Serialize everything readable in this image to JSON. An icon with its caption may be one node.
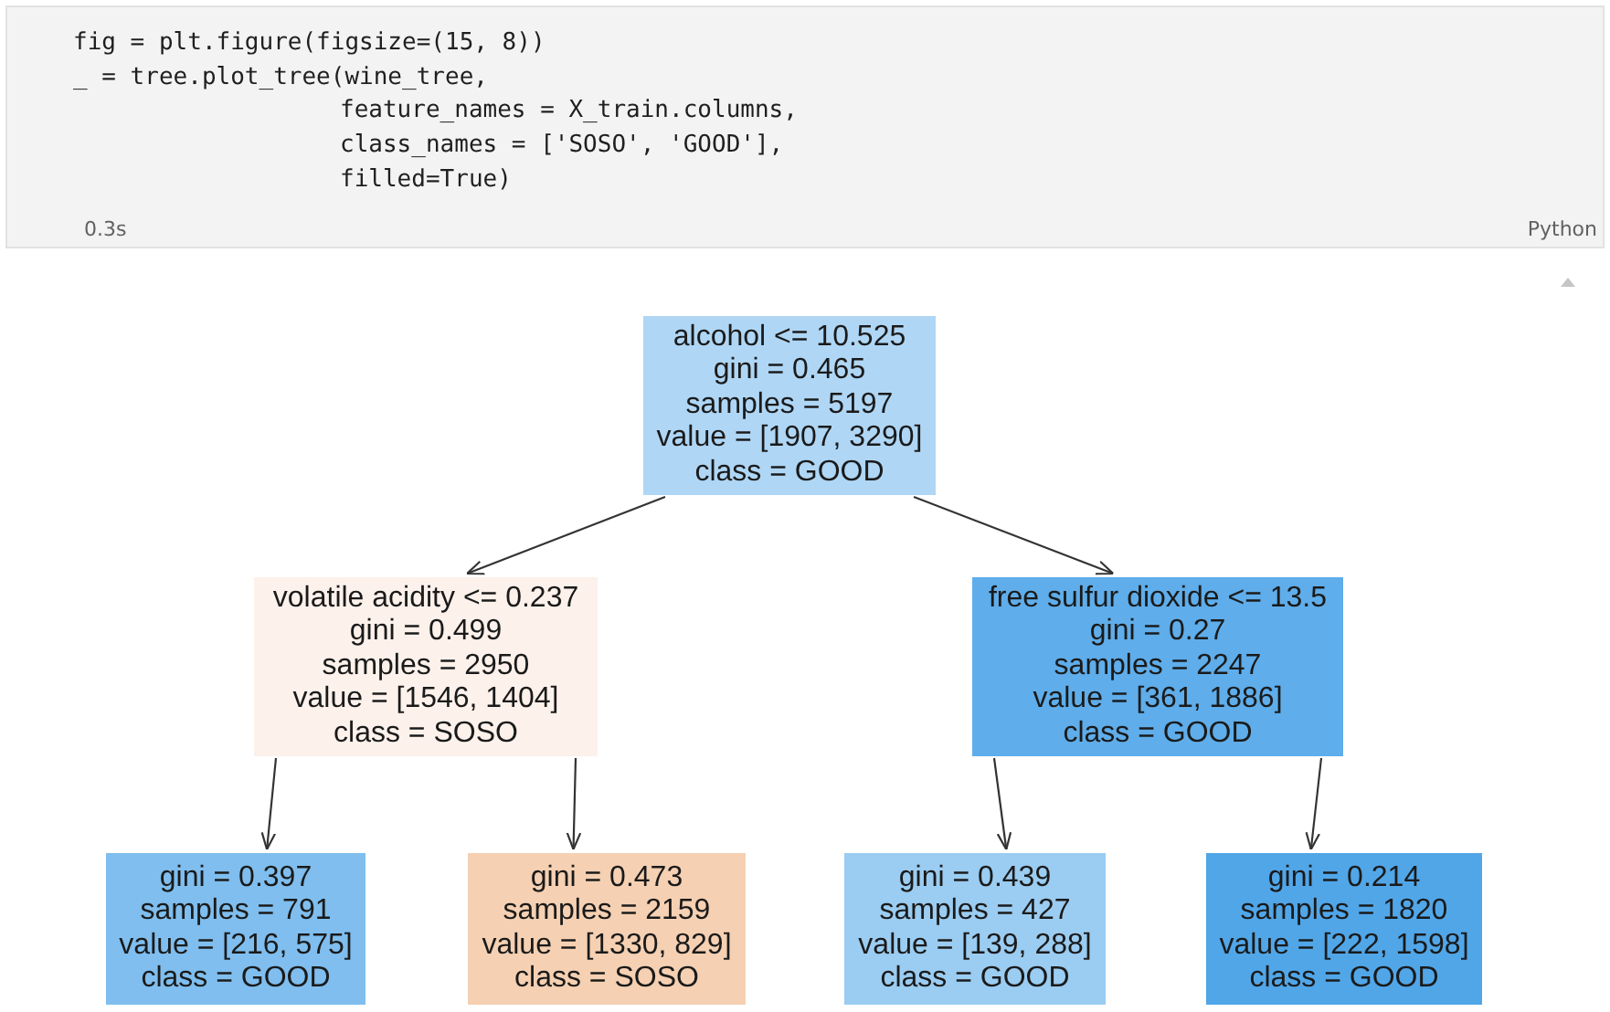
{
  "diagram": {
    "nodes": [
      {
        "text": [
          "alcohol <= 10.525",
          "gini = 0.465",
          "samples = 5197",
          "value = [1907, 3290]",
          "class = GOOD"
        ]
      },
      {
        "text": [
          "volatile acidity <= 0.237",
          "gini = 0.499",
          "samples = 2950",
          "value = [1546, 1404]",
          "class = SOSO"
        ]
      },
      {
        "text": [
          "free sulfur dioxide <= 13.5",
          "gini = 0.27",
          "samples = 2247",
          "value = [361, 1886]",
          "class = GOOD"
        ]
      },
      {
        "text": [
          "gini = 0.397",
          "samples = 791",
          "value = [216, 575]",
          "class = GOOD"
        ]
      },
      {
        "text": [
          "gini = 0.473",
          "samples = 2159",
          "value = [1330, 829]",
          "class = SOSO"
        ]
      },
      {
        "text": [
          "gini = 0.439",
          "samples = 427",
          "value = [139, 288]",
          "class = GOOD"
        ]
      },
      {
        "text": [
          "gini = 0.214",
          "samples = 1820",
          "value = [222, 1598]",
          "class = GOOD"
        ]
      }
    ],
    "edges": [
      {
        "from": 0,
        "to": 1,
        "arrow": "to"
      },
      {
        "from": 0,
        "to": 2,
        "arrow": "to"
      },
      {
        "from": 1,
        "to": 3,
        "arrow": "to"
      },
      {
        "from": 1,
        "to": 4,
        "arrow": "to"
      },
      {
        "from": 2,
        "to": 5,
        "arrow": "to"
      },
      {
        "from": 2,
        "to": 6,
        "arrow": "to"
      }
    ],
    "labels": [
      "fig = plt.figure(figsize=(15, 8))",
      "_ = tree.plot_tree(wine_tree,",
      "feature_names = X_train.columns,",
      "class_names = ['SOSO', 'GOOD'],",
      "filled=True)",
      "0.3s",
      "Python"
    ]
  }
}
